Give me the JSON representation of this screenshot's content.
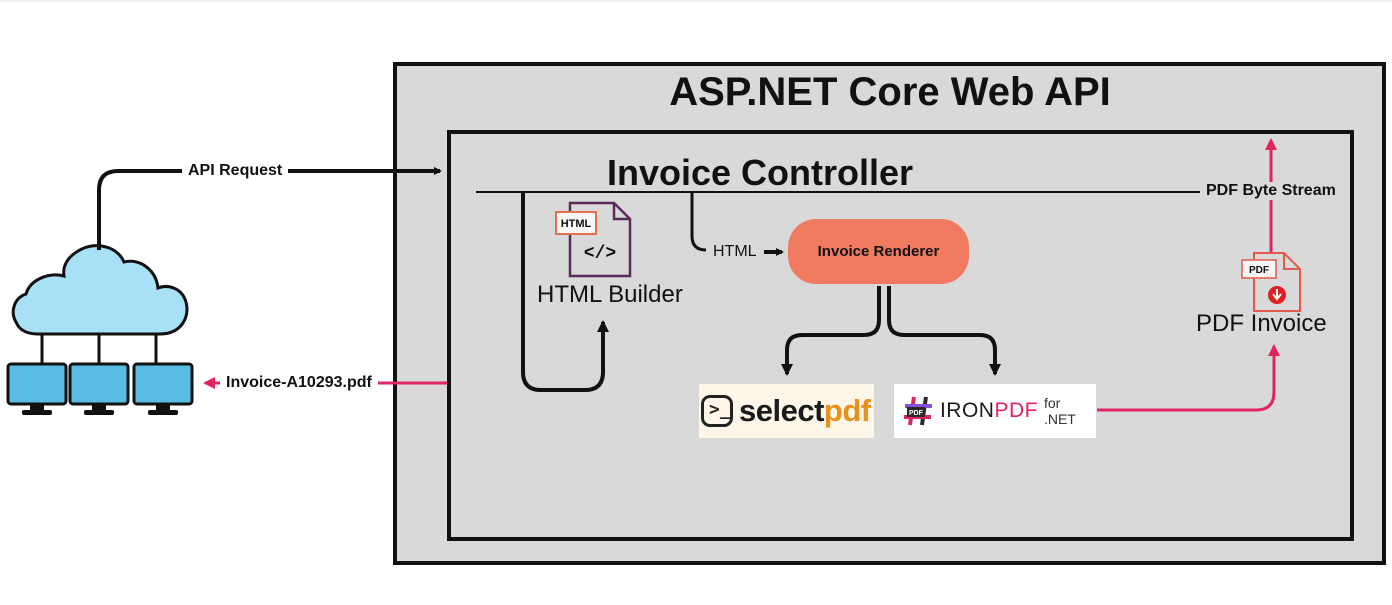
{
  "diagram": {
    "outer_title": "ASP.NET Core Web API",
    "controller_title": "Invoice Controller",
    "request_label": "API Request",
    "response_label": "Invoice-A10293.pdf",
    "stream_label": "PDF Byte Stream",
    "html_label": "HTML",
    "html_builder_label": "HTML Builder",
    "html_file_tag": "HTML",
    "html_file_symbol": "</>",
    "renderer_label": "Invoice Renderer",
    "pdf_invoice_label": "PDF Invoice",
    "pdf_file_tag": "PDF",
    "selectpdf_logo": {
      "part1": "select",
      "part2": "pdf"
    },
    "ironpdf_logo": {
      "icon_text": "PDF",
      "part1": "IRON",
      "part2": "PDF",
      "suffix": "for .NET"
    }
  },
  "colors": {
    "accent_pink": "#e0245e",
    "renderer_fill": "#f07b60",
    "container_fill": "#d9d9d9",
    "cloud_fill": "#a8e0f5",
    "monitor_screen": "#5bbde6"
  }
}
